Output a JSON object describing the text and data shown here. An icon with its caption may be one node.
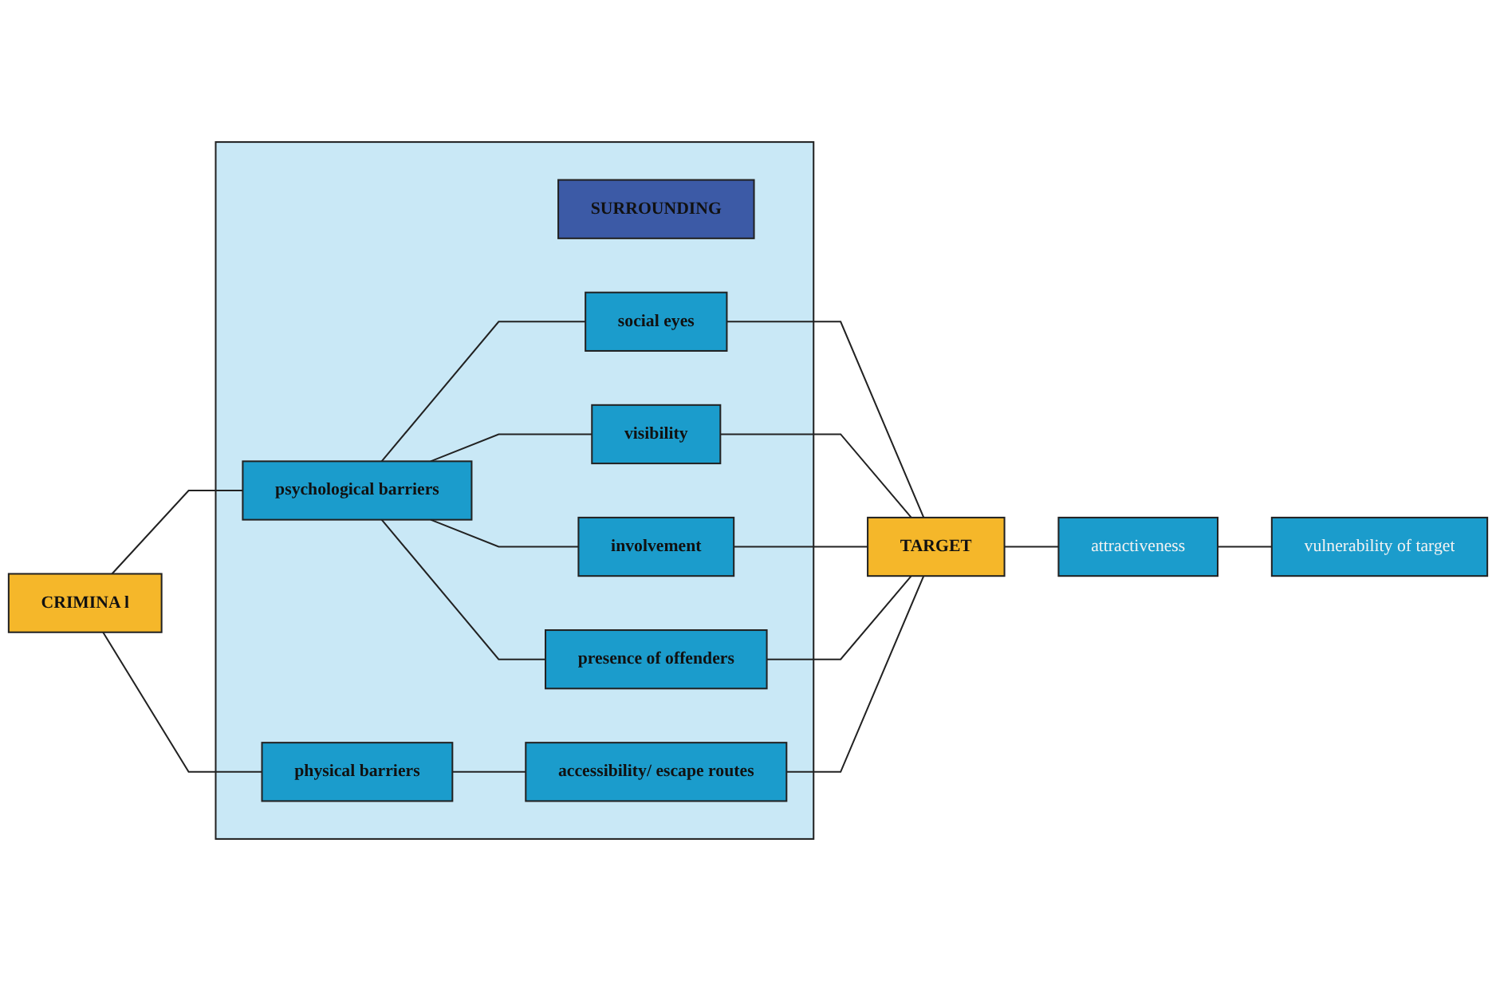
{
  "diagram": {
    "nodes": [
      {
        "text": [
          "CRIMINA l"
        ]
      },
      {
        "text": [],
        "shape": "box"
      },
      {
        "text": [
          "psychological barriers"
        ],
        "in": 1
      },
      {
        "text": [
          "SURROUNDING"
        ],
        "in": 1
      },
      {
        "text": [
          "physical barriers"
        ],
        "in": 1
      },
      {
        "text": [
          "social eyes"
        ],
        "in": 1
      },
      {
        "text": [
          "visibility"
        ],
        "in": 1
      },
      {
        "text": [
          "involvement"
        ],
        "in": 1
      },
      {
        "text": [
          "presence of offenders"
        ],
        "in": 1
      },
      {
        "text": [
          "accessibility/ escape routes"
        ],
        "in": 1
      },
      {
        "text": [
          "TARGET"
        ]
      },
      {
        "text": [
          "attractiveness"
        ]
      },
      {
        "text": [
          "vulnerability of target"
        ]
      }
    ],
    "edges": [
      {
        "from": 0,
        "to": 2,
        "arrow": "none"
      },
      {
        "from": 0,
        "to": 4,
        "arrow": "none"
      },
      {
        "from": 2,
        "to": 5,
        "arrow": "none"
      },
      {
        "from": 2,
        "to": 6,
        "arrow": "none"
      },
      {
        "from": 2,
        "to": 7,
        "arrow": "none"
      },
      {
        "from": 2,
        "to": 8,
        "arrow": "none"
      },
      {
        "from": 4,
        "to": 9,
        "arrow": "none"
      },
      {
        "from": 5,
        "to": 10,
        "arrow": "none"
      },
      {
        "from": 6,
        "to": 10,
        "arrow": "none"
      },
      {
        "from": 7,
        "to": 10,
        "arrow": "none"
      },
      {
        "from": 8,
        "to": 10,
        "arrow": "none"
      },
      {
        "from": 9,
        "to": 10,
        "arrow": "none"
      },
      {
        "from": 10,
        "to": 11,
        "arrow": "none"
      },
      {
        "from": 11,
        "to": 12,
        "arrow": "none"
      }
    ]
  }
}
